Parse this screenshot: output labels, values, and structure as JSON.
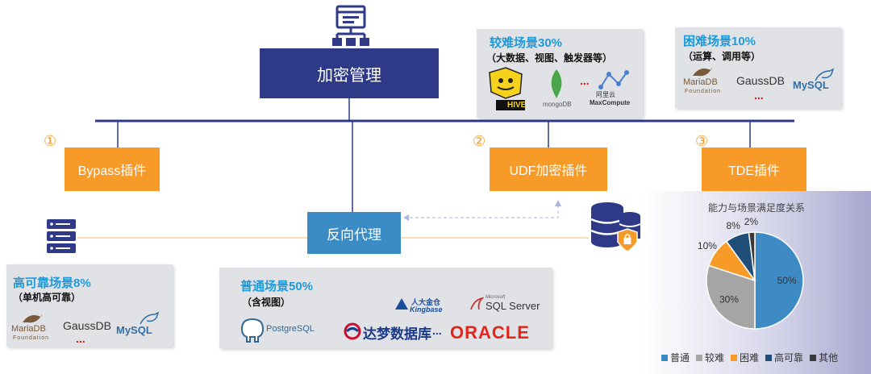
{
  "management": {
    "label": "加密管理"
  },
  "plugins": {
    "bypass": {
      "marker": "①",
      "label": "Bypass插件"
    },
    "udf": {
      "marker": "②",
      "label": "UDF加密插件"
    },
    "tde": {
      "marker": "③",
      "label": "TDE插件"
    }
  },
  "proxy": {
    "label": "反向代理"
  },
  "cards": {
    "harder": {
      "title": "较难场景30%",
      "subtitle": "（大数据、视图、触发器等）",
      "logos": [
        "HIVE",
        "mongoDB",
        "阿里云",
        "MaxCompute"
      ],
      "ellipsis": "..."
    },
    "hard": {
      "title": "困难场景10%",
      "subtitle": "（运算、调用等）",
      "logos": [
        "MariaDB",
        "Foundation",
        "GaussDB",
        "MySQL"
      ],
      "ellipsis": "..."
    },
    "ha": {
      "title": "高可靠场景8%",
      "subtitle": "（单机高可靠）",
      "logos": [
        "MariaDB",
        "Foundation",
        "GaussDB",
        "MySQL"
      ],
      "ellipsis": "..."
    },
    "normal": {
      "title": "普通场景50%",
      "subtitle": "（含视图）",
      "logos": [
        "人大金仓",
        "Kingbase",
        "Microsoft",
        "SQL Server",
        "PostgreSQL",
        "达梦数据库",
        "ORACLE"
      ],
      "ellipsis": "..."
    }
  },
  "colors": {
    "navy": "#2e3a87",
    "orange": "#f79a28",
    "blue": "#3b8cc5",
    "title_blue": "#1d9ad8"
  },
  "chart_data": {
    "type": "pie",
    "title": "能力与场景满足度关系",
    "categories": [
      "普通",
      "较难",
      "困难",
      "高可靠",
      "其他"
    ],
    "values": [
      50,
      30,
      10,
      8,
      2
    ],
    "labels": [
      "50%",
      "30%",
      "10%",
      "8%",
      "2%"
    ],
    "colors": [
      "#3e8ac4",
      "#a5a5a5",
      "#f79a28",
      "#1f4e79",
      "#3a3a3a"
    ],
    "legend_position": "bottom"
  }
}
